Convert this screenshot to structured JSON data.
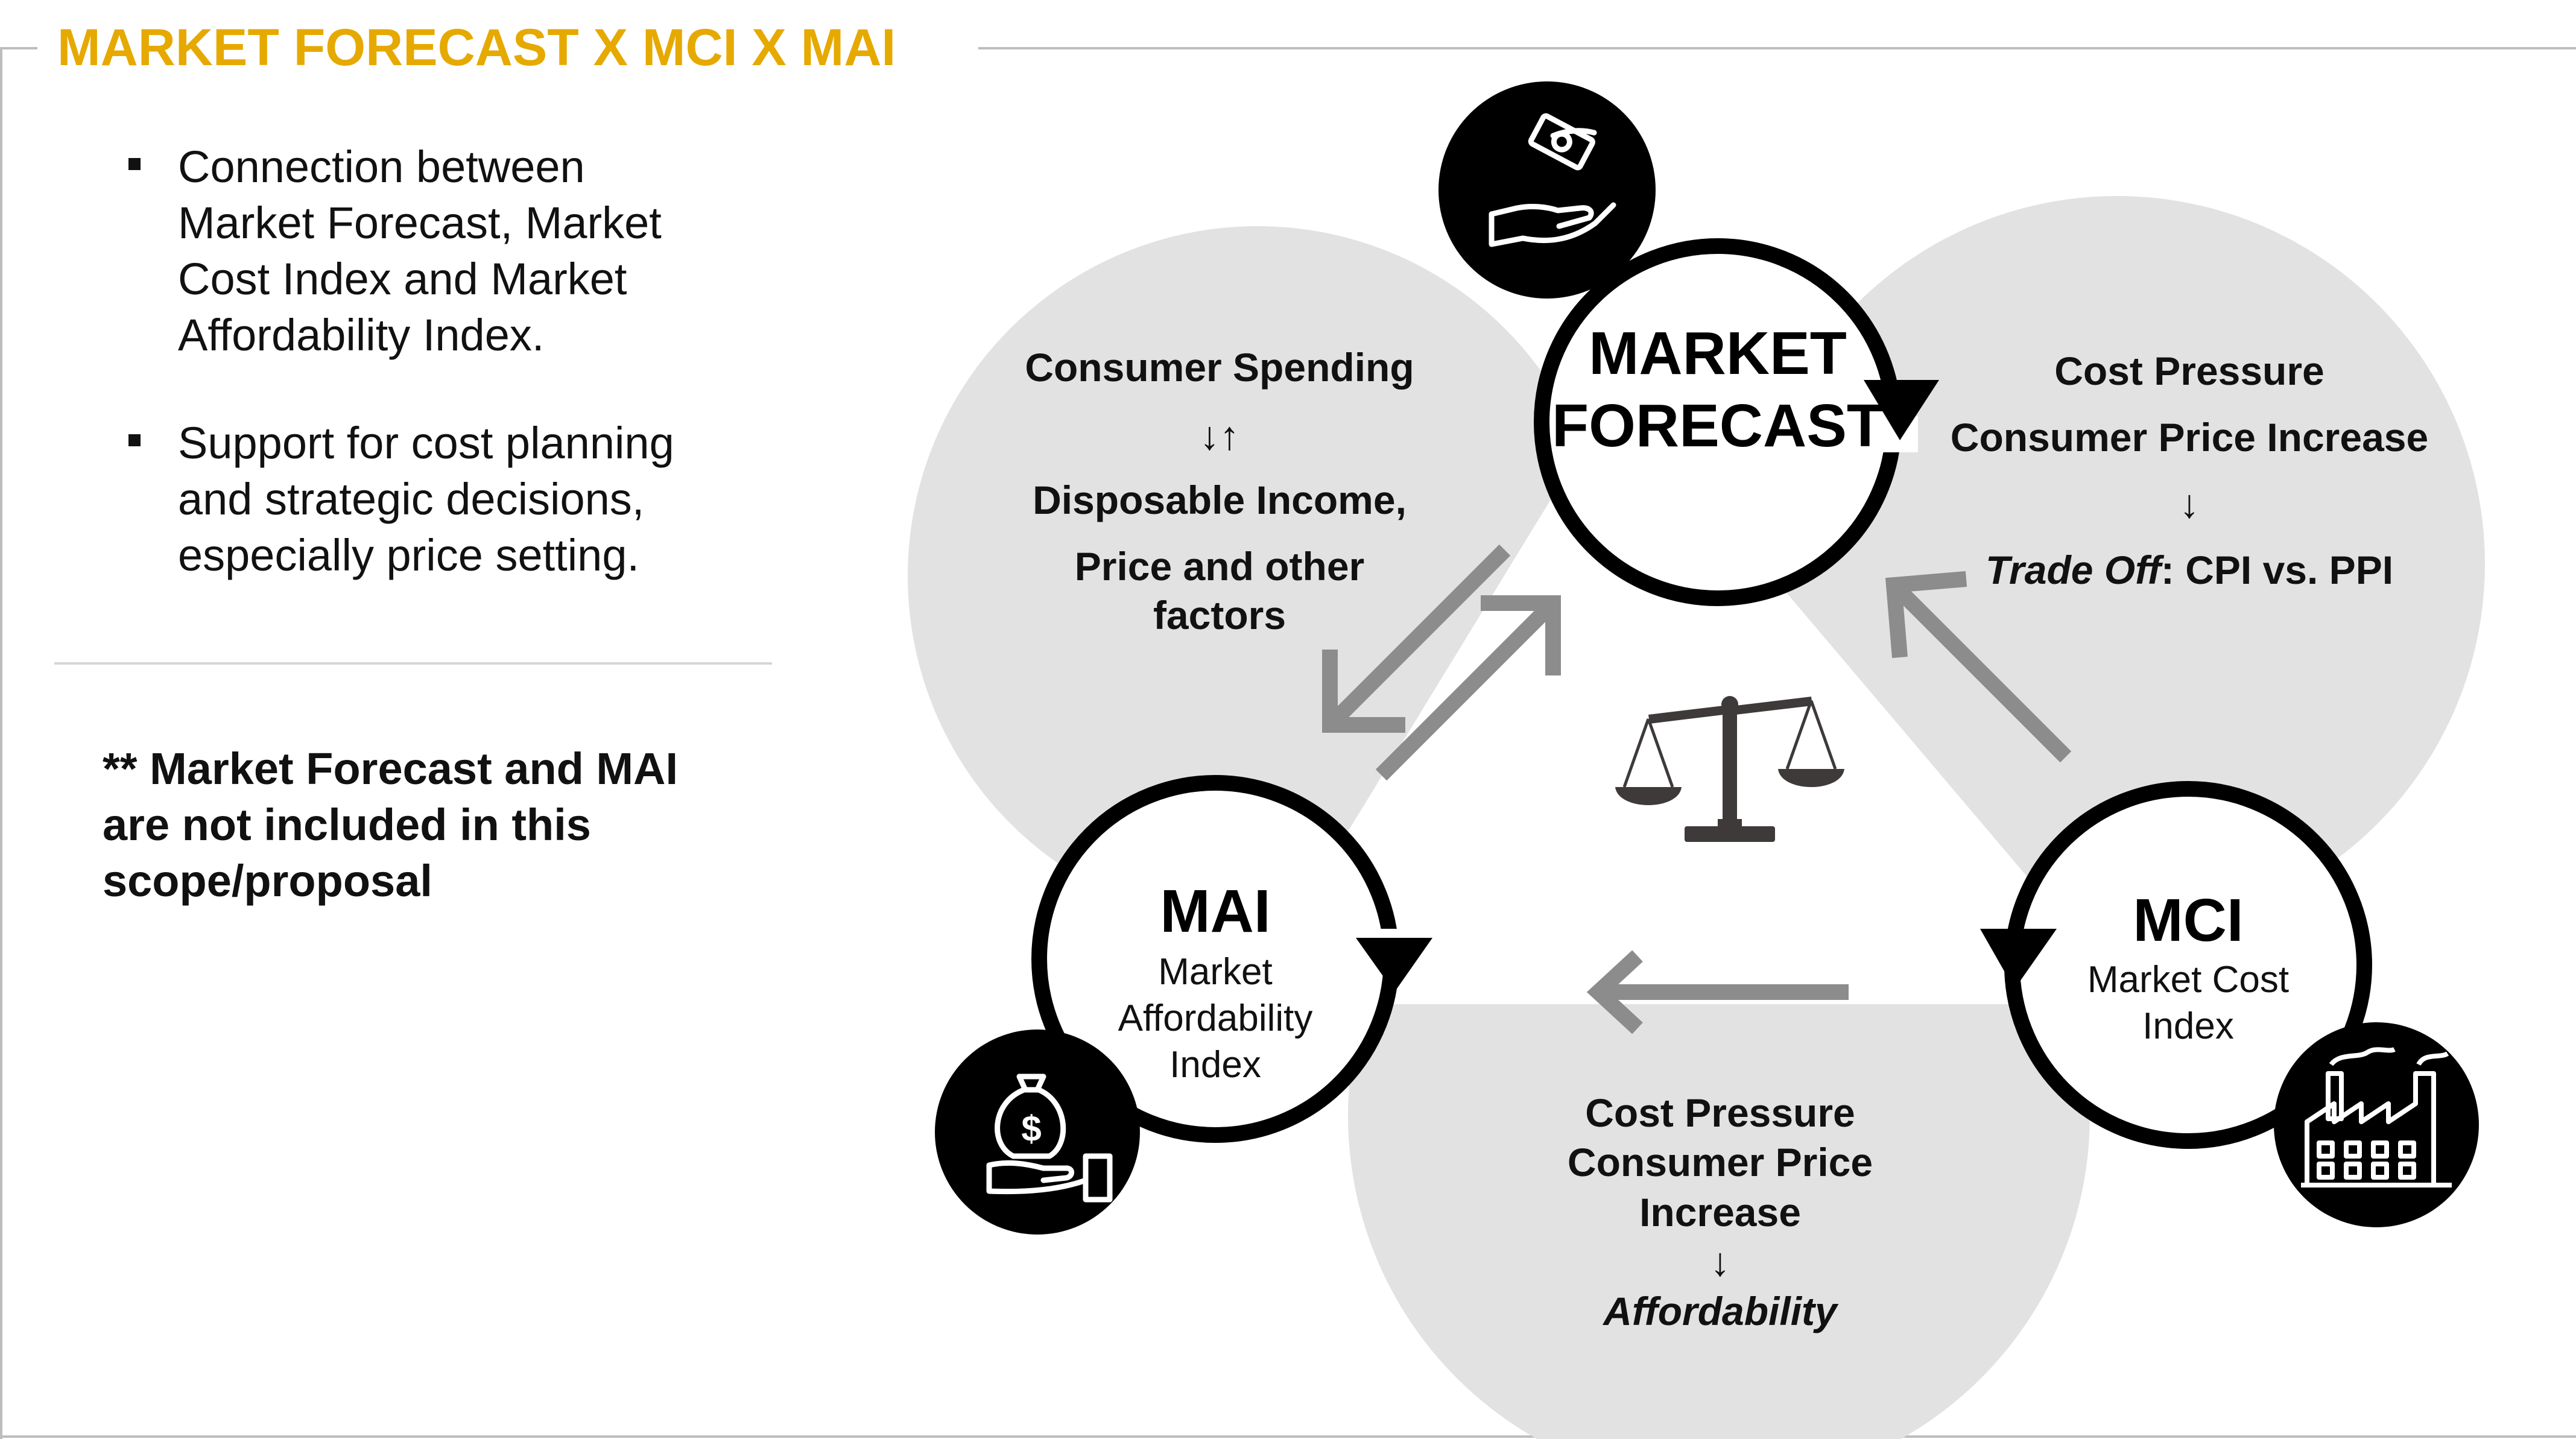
{
  "slide": {
    "title": "MARKET FORECAST X MCI X MAI",
    "bullets": [
      {
        "lines": [
          "Connection between",
          "Market Forecast, Market",
          "Cost Index and Market",
          "Affordability Index."
        ]
      },
      {
        "lines": [
          "Support for cost planning",
          "and strategic decisions,",
          "especially price setting."
        ]
      }
    ],
    "note_lines": [
      "** Market Forecast and MAI",
      "are not included in this",
      "scope/proposal"
    ]
  },
  "diagram": {
    "nodes": {
      "market_forecast": {
        "lines": [
          "MARKET",
          "FORECAST"
        ],
        "icon": "hand-receiving-money-icon"
      },
      "mai": {
        "title": "MAI",
        "sub_lines": [
          "Market",
          "Affordability",
          "Index"
        ],
        "icon": "money-bag-hand-icon"
      },
      "mci": {
        "title": "MCI",
        "sub_lines": [
          "Market Cost",
          "Index"
        ],
        "icon": "factory-icon"
      }
    },
    "links": {
      "left": {
        "lines": [
          "Consumer Spending",
          "↓↑",
          "Disposable Income,",
          "Price and other",
          "factors"
        ]
      },
      "right": {
        "lines": [
          "Cost Pressure",
          "Consumer Price Increase",
          "↓"
        ],
        "tradeoff_label": "Trade Off",
        "tradeoff_rest": ": CPI vs. PPI"
      },
      "bottom": {
        "lines": [
          "Cost Pressure",
          "Consumer Price",
          "Increase",
          "↓"
        ],
        "emphasis": "Affordability"
      }
    },
    "center_icon": "balance-scale-icon",
    "colors": {
      "title": "#E6A900",
      "lobe_fill": "#E2E2E2",
      "arrow_gray": "#8C8C8C",
      "ring": "#000000",
      "text": "#000000"
    }
  }
}
